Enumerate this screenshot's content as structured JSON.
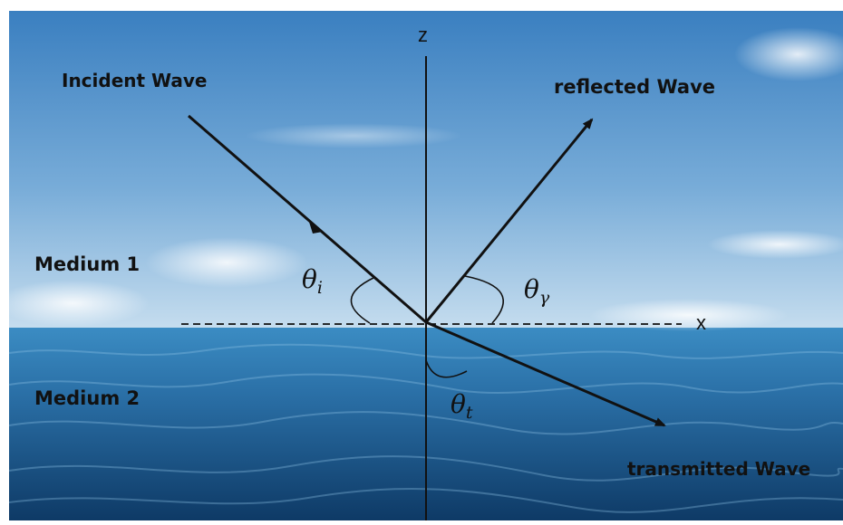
{
  "labels": {
    "incident": "Incident Wave",
    "reflected": "reflected Wave",
    "transmitted": "transmitted Wave",
    "medium1": "Medium 1",
    "medium2": "Medium 2"
  },
  "axes": {
    "z": "z",
    "x": "x"
  },
  "angles": {
    "theta": "θ",
    "incident_sub": "i",
    "reflected_sub": "γ",
    "transmitted_sub": "t"
  },
  "colors": {
    "sky_top": "#3f86c6",
    "sky_horizon": "#b9d6ec",
    "sea_top": "#2f7fb8",
    "sea_bottom": "#0f3f6e",
    "ink": "#111111"
  }
}
